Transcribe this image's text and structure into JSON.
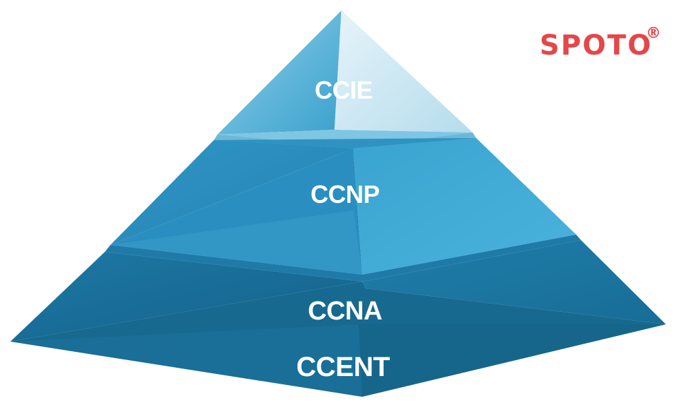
{
  "brand": {
    "name": "SPOTO",
    "mark": "®",
    "color": "#e4474a"
  },
  "pyramid": {
    "tiers": [
      {
        "label": "CCIE"
      },
      {
        "label": "CCNP"
      },
      {
        "label": "CCNA"
      },
      {
        "label": "CCENT"
      }
    ]
  }
}
